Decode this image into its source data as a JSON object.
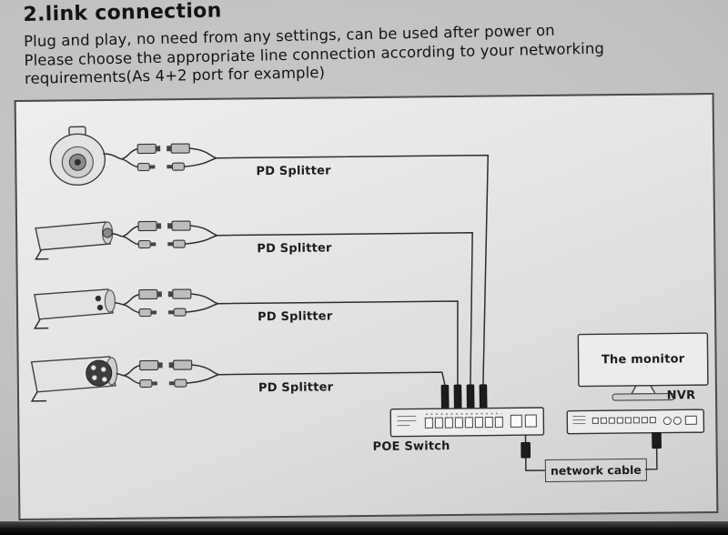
{
  "header": {
    "title": "2.link connection",
    "lines": [
      "Plug and play, no need from any settings, can be used after power on",
      "Please choose the appropriate line connection according to your networking",
      "requirements(As 4+2 port for example)"
    ]
  },
  "diagram": {
    "pd_splitters": [
      "PD Splitter",
      "PD Splitter",
      "PD Splitter",
      "PD Splitter"
    ],
    "poe_switch": "POE Switch",
    "monitor": "The monitor",
    "nvr": "NVR",
    "network_cable": "network cable"
  }
}
